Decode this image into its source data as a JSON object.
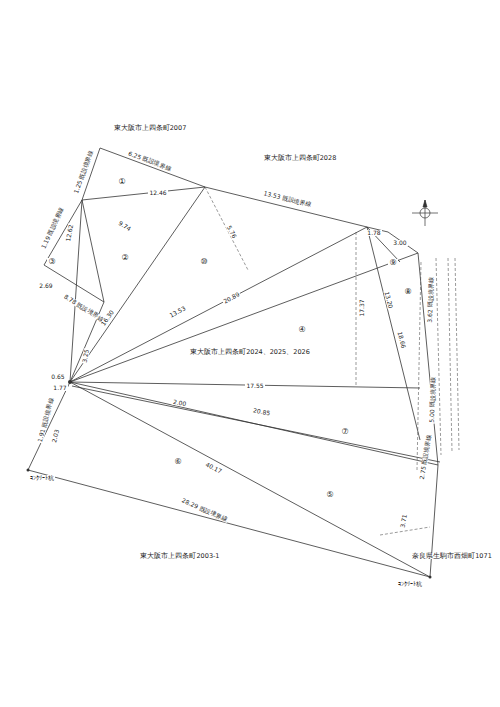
{
  "diagram": {
    "labels": [
      "東大阪市上四条町2007",
      "東大阪市上四条町2028",
      "東大阪市上四条町2024、2025、2026",
      "東大阪市上四条町2003-1",
      "奈良県生駒市西畑町1071",
      "ｺﾝｸﾘｰﾄ杭",
      "ｺﾝｸﾘｰﾄ杭",
      "6.25 既設境界線",
      "1.25 既設境界線",
      "12.46",
      "13.53 既設境界線",
      "①",
      "②",
      "③",
      "⑩",
      "9.74",
      "5.76",
      "12.62",
      "1.19 既設境界線",
      "2.69",
      "8.78 既設境界線",
      "16.30",
      "13.53",
      "20.89",
      "3.25",
      "17.37",
      "④",
      "17.55",
      "0.65",
      "1.77",
      "1.91 既設境界線",
      "2.03",
      "20.85",
      "2.00",
      "⑦",
      "⑥",
      "⑤",
      "40.17",
      "28.29 既設境界線",
      "3.71",
      "1.78",
      "3.00",
      "⑨",
      "⑧",
      "13.20",
      "18.66",
      "3.62 既設境界線",
      "5.00 既設境界線",
      "2.75 既設境界線"
    ]
  }
}
